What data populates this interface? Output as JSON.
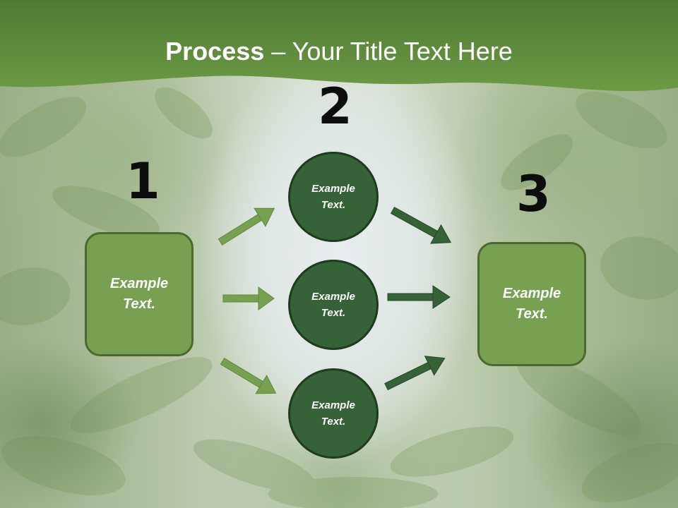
{
  "slide": {
    "title_bold": "Process",
    "title_rest": " – Your Title Text Here"
  },
  "steps": {
    "one": "1",
    "two": "2",
    "three": "3"
  },
  "boxes": {
    "left": [
      "Example",
      "Text."
    ],
    "right": [
      "Example",
      "Text."
    ]
  },
  "circles": {
    "top": [
      "Example",
      "Text."
    ],
    "middle": [
      "Example",
      "Text."
    ],
    "bottom": [
      "Example",
      "Text."
    ]
  },
  "colors": {
    "banner": "#5b8a39",
    "box_fill": "#77a050",
    "circle_fill": "#356236",
    "arrow_light": "#77a050",
    "arrow_dark": "#356236"
  }
}
